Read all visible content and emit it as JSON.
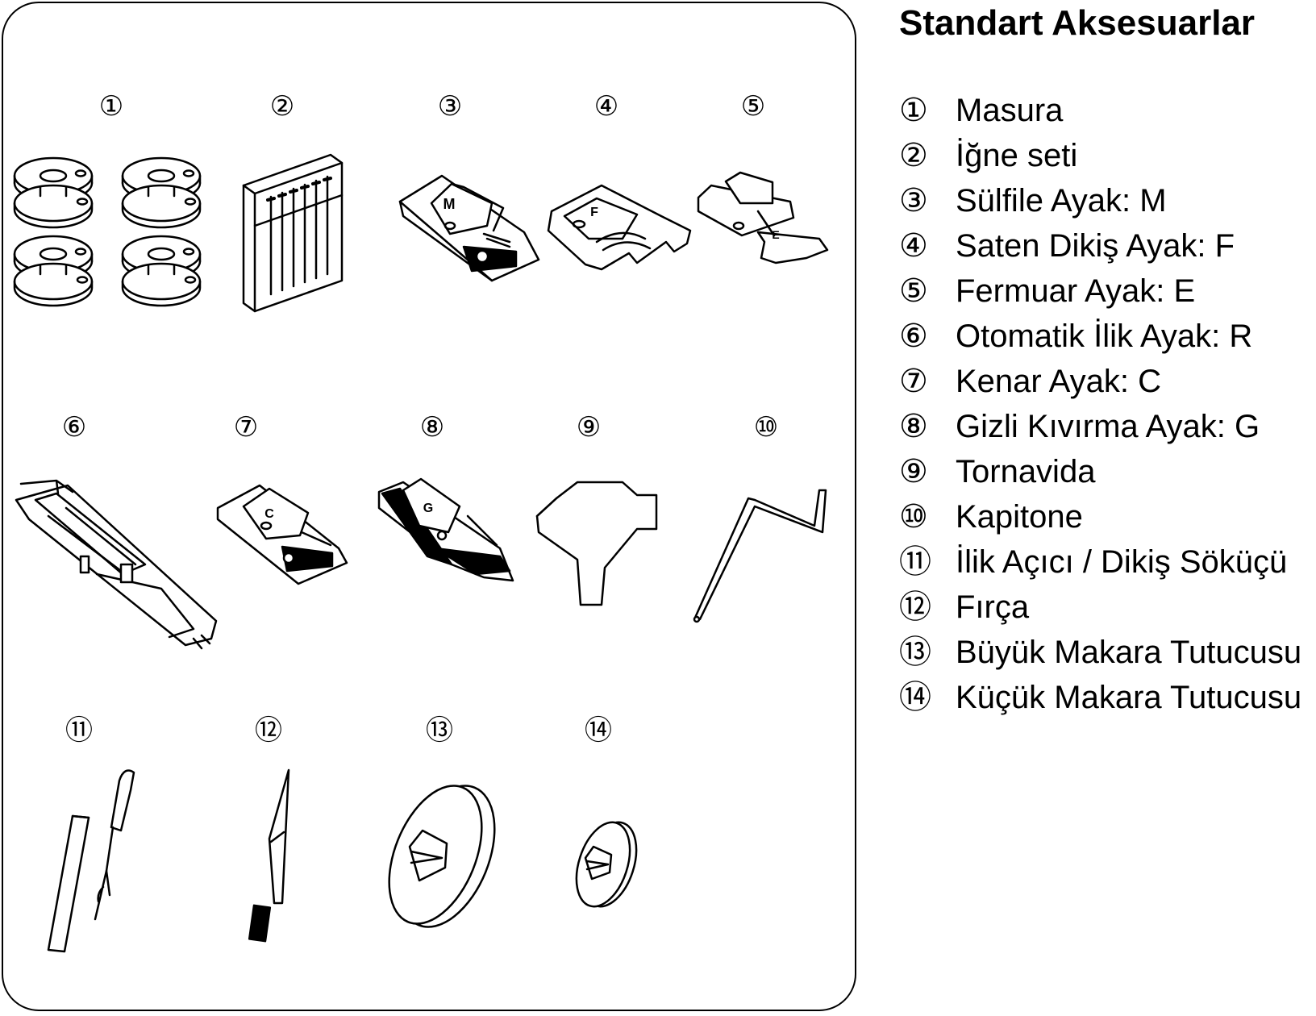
{
  "title": "Standart Aksesuarlar",
  "items": [
    {
      "num": "①",
      "label": "Masura"
    },
    {
      "num": "②",
      "label": "İğne seti"
    },
    {
      "num": "③",
      "label": "Sülfile Ayak: M"
    },
    {
      "num": "④",
      "label": "Saten Dikiş Ayak: F"
    },
    {
      "num": "⑤",
      "label": "Fermuar Ayak: E"
    },
    {
      "num": "⑥",
      "label": "Otomatik İlik Ayak: R"
    },
    {
      "num": "⑦",
      "label": "Kenar Ayak: C"
    },
    {
      "num": "⑧",
      "label": "Gizli Kıvırma Ayak: G"
    },
    {
      "num": "⑨",
      "label": "Tornavida"
    },
    {
      "num": "⑩",
      "label": "Kapitone"
    },
    {
      "num": "⑪",
      "label": "İlik Açıcı / Dikiş Söküçü"
    },
    {
      "num": "⑫",
      "label": "Fırça"
    },
    {
      "num": "⑬",
      "label": "Büyük Makara Tutucusu"
    },
    {
      "num": "⑭",
      "label": "Küçük Makara Tutucusu"
    }
  ],
  "foot_letters": {
    "m": "M",
    "f": "F",
    "e": "E",
    "c": "C",
    "g": "G"
  }
}
